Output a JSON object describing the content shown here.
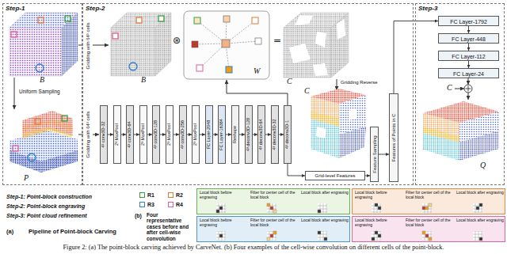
{
  "diagram": {
    "caption": "Figure 2: (a) The point-block carving achieved by CarveNet. (b) Four examples of the cell-wise convolution on different cells of the point-block.",
    "nodes": [
      {
        "text": [
          "Step-1"
        ]
      },
      {
        "text": [
          "Step-2"
        ]
      },
      {
        "text": [
          "4³ conv3D-32"
        ],
        "in": 1
      },
      {
        "text": [
          "2³ MaxPool"
        ],
        "in": 1
      },
      {
        "text": [
          "4³ conv3D-64"
        ],
        "in": 1
      },
      {
        "text": [
          "2³ MaxPool"
        ],
        "in": 1
      },
      {
        "text": [
          "4³ conv3D-128"
        ],
        "in": 1
      },
      {
        "text": [
          "2³ MaxPool"
        ],
        "in": 1
      },
      {
        "text": [
          "4³ conv3D-256"
        ],
        "in": 1
      },
      {
        "text": [
          "2³ MaxPool"
        ],
        "in": 1
      },
      {
        "text": [
          "FC Layer-2048"
        ],
        "in": 1
      },
      {
        "text": [
          "FC Layer-16384"
        ],
        "in": 1
      },
      {
        "text": [
          "Reshape"
        ],
        "in": 1
      },
      {
        "text": [
          "4³ deconv3D-128"
        ],
        "in": 1
      },
      {
        "text": [
          "4³ deconv3D-64"
        ],
        "in": 1
      },
      {
        "text": [
          "4³ deconv3D-32"
        ],
        "in": 1
      },
      {
        "text": [
          "4³ deconv3D-1"
        ],
        "in": 1
      },
      {
        "text": [
          "Feature Sampling"
        ],
        "in": 1
      },
      {
        "text": [
          "Grid-level Features"
        ],
        "in": 1
      },
      {
        "text": [
          "Features of Points in C"
        ],
        "in": 1
      },
      {
        "text": [
          "Step-3"
        ]
      },
      {
        "text": [
          "FC Layer-1792"
        ],
        "in": 20
      },
      {
        "text": [
          "FC Layer-448"
        ],
        "in": 20
      },
      {
        "text": [
          "FC Layer-112"
        ],
        "in": 20
      },
      {
        "text": [
          "FC Layer-24"
        ],
        "in": 20
      },
      {
        "text": [
          "Local block before engraving",
          "Filter for center cell of the local block",
          "Local block after engraving"
        ]
      },
      {
        "text": [
          "Local block before engraving",
          "Filter for center cell of the local block",
          "Local block after engraving"
        ]
      },
      {
        "text": [
          "Local block before engraving",
          "Filter for center cell of the local block",
          "Local block after engraving"
        ]
      },
      {
        "text": [
          "Local block before engraving",
          "Filter for center cell of the local block",
          "Local block after engraving"
        ]
      }
    ],
    "edges": [
      {
        "from": 2,
        "to": 3,
        "arrow": "to"
      },
      {
        "from": 3,
        "to": 4,
        "arrow": "to"
      },
      {
        "from": 4,
        "to": 5,
        "arrow": "to"
      },
      {
        "from": 5,
        "to": 6,
        "arrow": "to"
      },
      {
        "from": 6,
        "to": 7,
        "arrow": "to"
      },
      {
        "from": 7,
        "to": 8,
        "arrow": "to"
      },
      {
        "from": 8,
        "to": 9,
        "arrow": "to"
      },
      {
        "from": 9,
        "to": 10,
        "arrow": "to"
      },
      {
        "from": 10,
        "to": 11,
        "arrow": "to"
      },
      {
        "from": 11,
        "to": 12,
        "arrow": "to"
      },
      {
        "from": 12,
        "to": 13,
        "arrow": "to"
      },
      {
        "from": 13,
        "to": 14,
        "arrow": "to"
      },
      {
        "from": 14,
        "to": 15,
        "arrow": "to"
      },
      {
        "from": 15,
        "to": 16,
        "arrow": "to"
      },
      {
        "from": 16,
        "to": 18,
        "arrow": "to"
      },
      {
        "from": 18,
        "to": 17,
        "arrow": "to"
      },
      {
        "from": 17,
        "to": 19,
        "arrow": "to"
      },
      {
        "from": 19,
        "to": 21,
        "arrow": "to"
      },
      {
        "from": 21,
        "to": 22,
        "arrow": "to"
      },
      {
        "from": 22,
        "to": 23,
        "arrow": "to"
      },
      {
        "from": 23,
        "to": 24,
        "arrow": "to"
      }
    ],
    "labels": [
      "Uniform Sampling",
      "B",
      "P",
      "Gridding with 64³ cells",
      "Gridding with 64³ cells",
      "B",
      "⊛",
      "W",
      "=",
      "C",
      "Gridding Reverse",
      "C",
      "C",
      "Q",
      "Step-1: Point-block construction",
      "Step-2: Point-block engraving",
      "Step-3: Point cloud refinement",
      "(a)",
      "Pipeline of Point-block Carving",
      "(b)",
      "Four representative cases before and after cell-wise convolution"
    ],
    "legend": [
      {
        "text": "R1",
        "color": "#3a9d3a"
      },
      {
        "text": "R2",
        "color": "#e07b39"
      },
      {
        "text": "R3",
        "color": "#2f7fd0"
      },
      {
        "text": "R4",
        "color": "#e0609a"
      }
    ]
  }
}
